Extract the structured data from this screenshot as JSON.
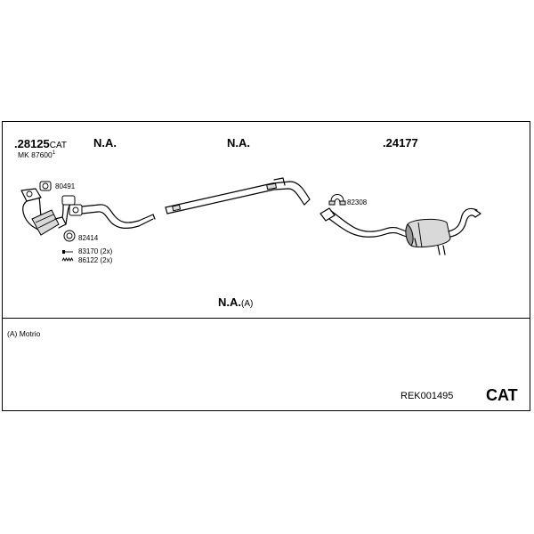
{
  "header": {
    "catalyst_part": ".28125",
    "catalyst_suffix": "CAT",
    "mounting_kit": "MK 87600",
    "mounting_kit_note": "1",
    "na_1": "N.A.",
    "na_2": "N.A.",
    "rear_part": ".24177"
  },
  "parts": {
    "gasket_80491": "80491",
    "ring_82414": "82414",
    "bolt_83170": "83170 (2x)",
    "spring_86122": "86122 (2x)",
    "clamp_82308": "82308"
  },
  "na_motrio": {
    "label": "N.A.",
    "suffix": "(A)"
  },
  "footnote": "(A) Motrio",
  "footer": {
    "reference": "REK001495",
    "category": "CAT"
  }
}
